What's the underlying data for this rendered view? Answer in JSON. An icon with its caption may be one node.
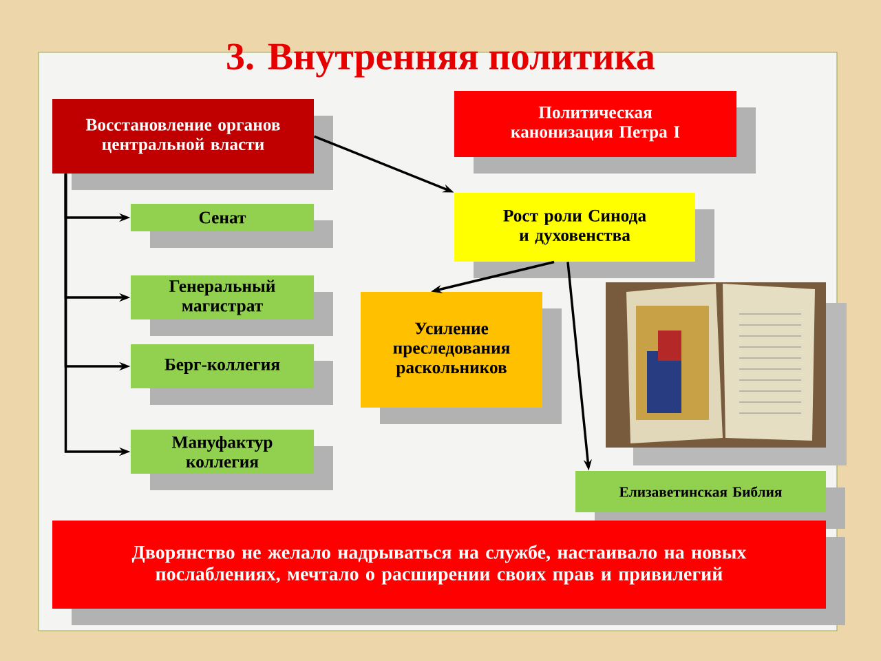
{
  "diagram": {
    "title": "3. Внутренняя политика",
    "nodes": [
      {
        "text": [
          "Восстановление органов центральной власти"
        ]
      },
      {
        "text": [
          "Сенат"
        ]
      },
      {
        "text": [
          "Генеральный магистрат"
        ]
      },
      {
        "text": [
          "Берг-коллегия"
        ]
      },
      {
        "text": [
          "Мануфактур коллегия"
        ]
      },
      {
        "text": [
          "Политическая канонизация Петра I"
        ]
      },
      {
        "text": [
          "Рост роли Синода и духовенства"
        ]
      },
      {
        "text": [
          "Усиление преследования раскольников"
        ]
      },
      {
        "text": [
          "Елизаветинская Библия"
        ]
      },
      {
        "text": [
          "Дворянство не желало надрываться на службе, настаивало на новых послаблениях, мечтало о расширении своих прав и привилегий"
        ]
      }
    ],
    "edges": [
      {
        "from": 0,
        "to": 1,
        "arrow": "to"
      },
      {
        "from": 0,
        "to": 2,
        "arrow": "to"
      },
      {
        "from": 0,
        "to": 3,
        "arrow": "to"
      },
      {
        "from": 0,
        "to": 4,
        "arrow": "to"
      },
      {
        "from": 0,
        "to": 6,
        "arrow": "to"
      },
      {
        "from": 6,
        "to": 7,
        "arrow": "to"
      },
      {
        "from": 6,
        "to": 8,
        "arrow": "to"
      }
    ]
  }
}
